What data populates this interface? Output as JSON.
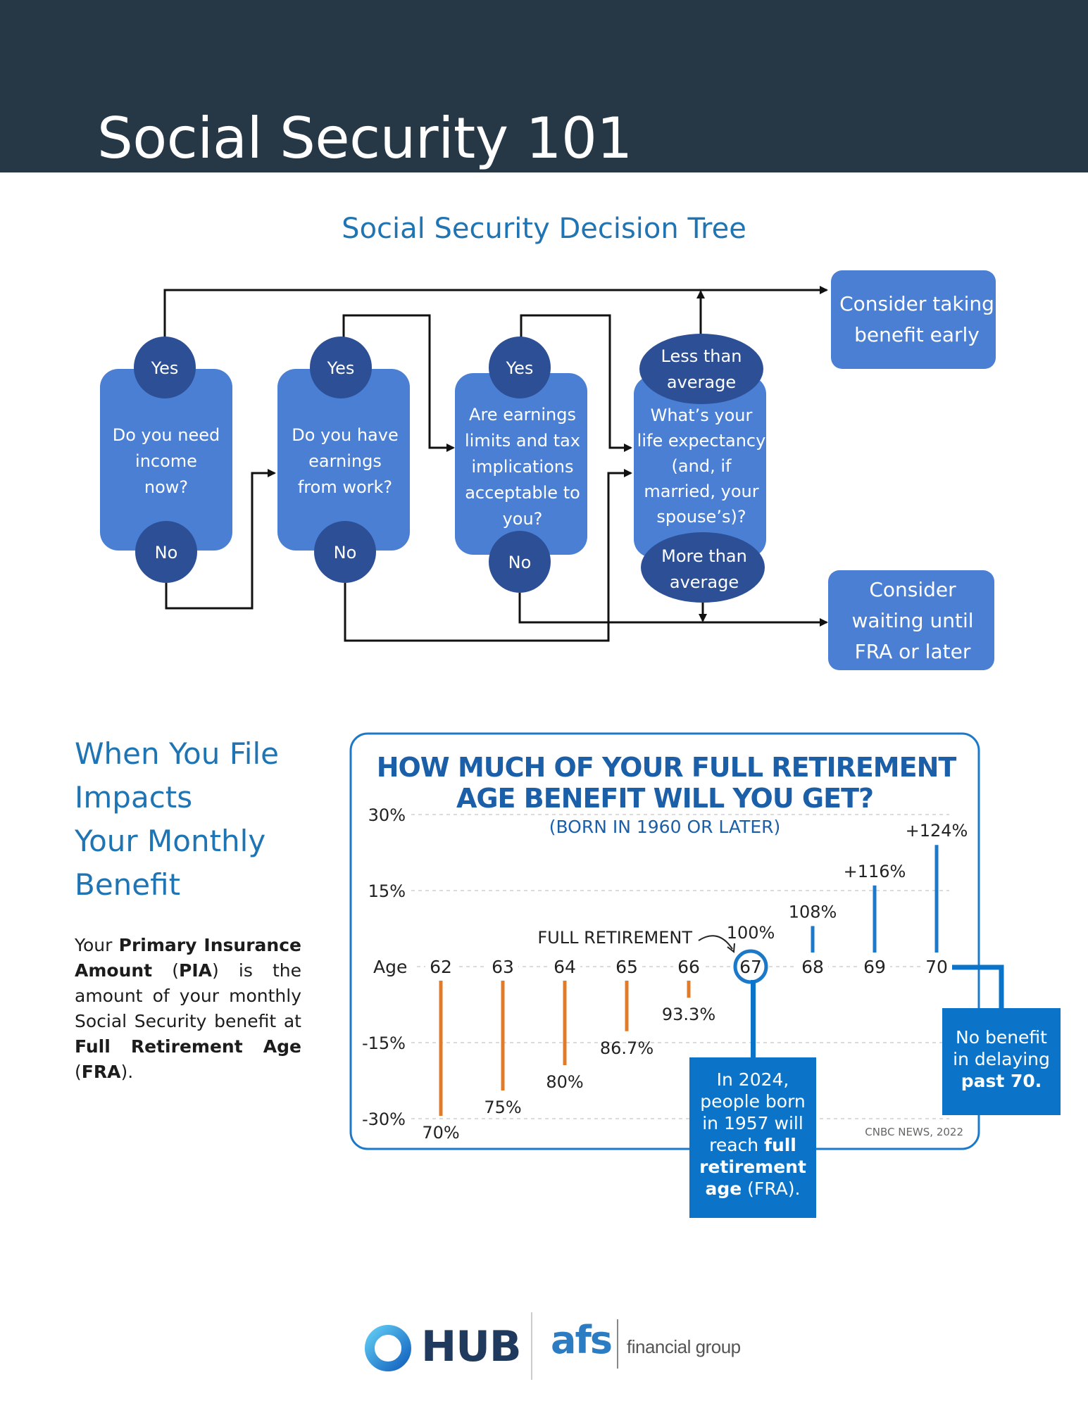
{
  "header": {
    "title": "Social Security 101",
    "bg_color": "#263746"
  },
  "decision_tree": {
    "title": "Social Security Decision Tree",
    "nodes": [
      {
        "question_lines": [
          "Do you need",
          "income",
          "now?"
        ],
        "yes": "Yes",
        "no": "No"
      },
      {
        "question_lines": [
          "Do you have",
          "earnings",
          "from work?"
        ],
        "yes": "Yes",
        "no": "No"
      },
      {
        "question_lines": [
          "Are earnings",
          "limits and tax",
          "implications",
          "acceptable to",
          "you?"
        ],
        "yes": "Yes",
        "no": "No"
      },
      {
        "question_lines": [
          "What’s your",
          "life expectancy",
          "(and, if",
          "married, your",
          "spouse’s)?"
        ],
        "top_lines": [
          "Less than",
          "average"
        ],
        "bottom_lines": [
          "More than",
          "average"
        ]
      }
    ],
    "outcomes": {
      "early_lines": [
        "Consider taking",
        "benefit early"
      ],
      "wait_lines": [
        "Consider",
        "waiting until",
        "FRA or later"
      ]
    },
    "colors": {
      "box": "#4a7fd4",
      "circle": "#2c4f96"
    }
  },
  "side": {
    "heading_lines": [
      "When You File",
      "Impacts",
      "Your Monthly",
      "Benefit"
    ],
    "pia": {
      "t1": "Your ",
      "b1": "Primary Insurance Amount",
      "t2": " (",
      "b2": "PIA",
      "t3": ") is the amount of your monthly Social Security benefit at ",
      "b3": "Full Retirement Age",
      "t4": " (",
      "b4": "FRA",
      "t5": ")."
    }
  },
  "chart_data": {
    "type": "bar",
    "title_lines": [
      "HOW MUCH OF YOUR FULL RETIREMENT",
      "AGE BENEFIT WILL YOU GET?"
    ],
    "subtitle": "(BORN IN 1960 OR LATER)",
    "source": "CNBC NEWS, 2022",
    "axis_row_label": "Age",
    "categories": [
      "62",
      "63",
      "64",
      "65",
      "66",
      "67",
      "68",
      "69",
      "70"
    ],
    "values": [
      -30,
      -25,
      -20,
      -13.3,
      -6.7,
      0,
      8,
      16,
      24
    ],
    "data_labels": [
      "70%",
      "75%",
      "80%",
      "86.7%",
      "93.3%",
      "100%",
      "108%",
      "+116%",
      "+124%"
    ],
    "y_ticks": [
      30,
      15,
      -15,
      -30
    ],
    "y_tick_labels": [
      "30%",
      "15%",
      "-15%",
      "-30%"
    ],
    "ylim": [
      -30,
      30
    ],
    "grid": true,
    "fra_label": "FULL RETIREMENT",
    "colors": {
      "below": "#e07b2a",
      "above": "#1c78c8",
      "frame": "#1c78c8",
      "title": "#1b5fa8"
    }
  },
  "callouts": {
    "fra": {
      "t1": "In 2024,",
      "t2": "people born",
      "t3": "in 1957 will",
      "t4": "reach ",
      "b1": "full",
      "b2": "retirement",
      "b3": "age",
      "t5": " (FRA)."
    },
    "seventy": {
      "t1": "No benefit",
      "t2": "in delaying",
      "b1": "past 70."
    }
  },
  "logos": {
    "hub": "HUB",
    "afs": "afs",
    "financial": "financial group"
  }
}
